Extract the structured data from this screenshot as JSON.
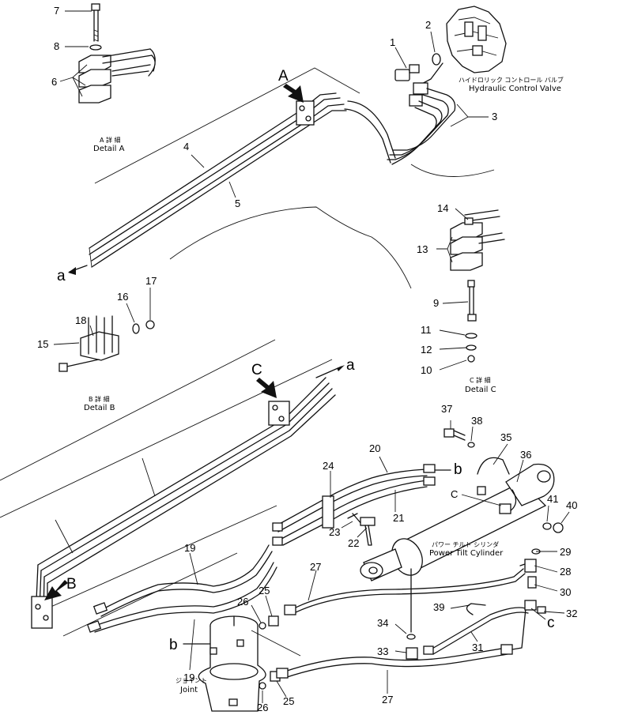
{
  "labels": {
    "hydraulic_control_valve_jp": "ハイドロリック コントロール バルブ",
    "hydraulic_control_valve": "Hydraulic Control Valve",
    "power_tilt_cylinder_jp": "パワー チルト シリンダ",
    "power_tilt_cylinder": "Power Tilt Cylinder",
    "joint_jp": "ジョイント",
    "joint": "Joint",
    "detail_a_jp": "A 詳 細",
    "detail_a": "Detail A",
    "detail_b_jp": "B 詳 細",
    "detail_b": "Detail B",
    "detail_c_jp": "C 詳 細",
    "detail_c": "Detail C"
  },
  "view_markers": {
    "a": "A",
    "b": "B",
    "c": "C"
  },
  "connectors": {
    "a": "a",
    "b": "b",
    "c": "c"
  },
  "part_numbers": {
    "n1": "1",
    "n2": "2",
    "n3": "3",
    "n4": "4",
    "n5": "5",
    "n6": "6",
    "n7": "7",
    "n8": "8",
    "n9": "9",
    "n10": "10",
    "n11": "11",
    "n12": "12",
    "n13": "13",
    "n14": "14",
    "n15": "15",
    "n16": "16",
    "n17": "17",
    "n18": "18",
    "n19": "19",
    "n20": "20",
    "n21": "21",
    "n22": "22",
    "n23": "23",
    "n24": "24",
    "n25": "25",
    "n26": "26",
    "n27": "27",
    "n28": "28",
    "n29": "29",
    "n30": "30",
    "n31": "31",
    "n32": "32",
    "n33": "33",
    "n34": "34",
    "n35": "35",
    "n36": "36",
    "n37": "37",
    "n38": "38",
    "n39": "39",
    "n40": "40",
    "n41": "41"
  }
}
